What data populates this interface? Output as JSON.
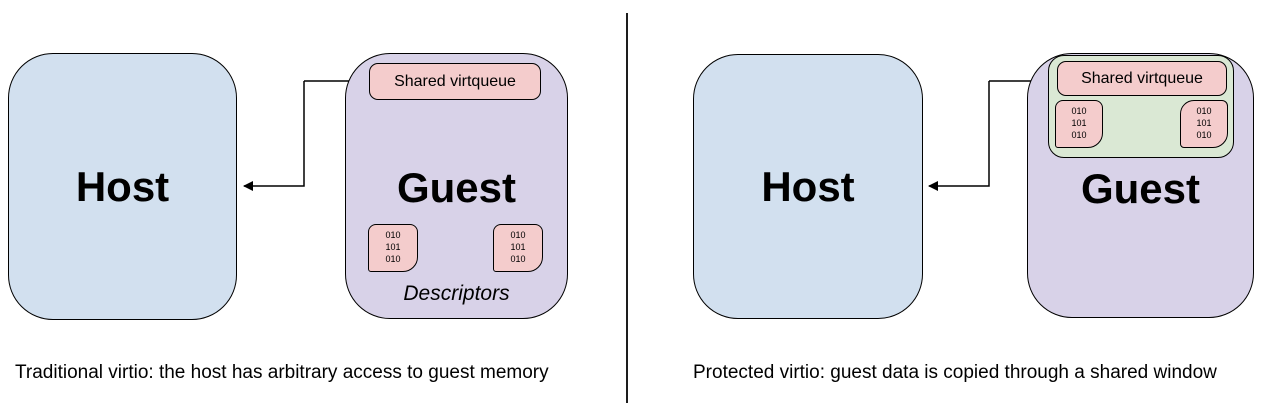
{
  "colors": {
    "host_fill": "#d2e0ef",
    "guest_fill": "#d8d2e8",
    "queue_fill": "#f4cccc",
    "window_fill": "#dae8d4",
    "line": "#000000"
  },
  "left_panel": {
    "host_label": "Host",
    "guest_label": "Guest",
    "virtqueue_label": "Shared virtqueue",
    "descriptor_bits_1": "010\n101\n010",
    "descriptor_bits_2": "010\n101\n010",
    "descriptors_label": "Descriptors",
    "caption": "Traditional virtio: the host has arbitrary access to guest memory"
  },
  "right_panel": {
    "host_label": "Host",
    "guest_label": "Guest",
    "virtqueue_label": "Shared virtqueue",
    "descriptor_bits_1": "010\n101\n010",
    "descriptor_bits_2": "010\n101\n010",
    "caption": "Protected virtio: guest data is copied through a shared window"
  }
}
